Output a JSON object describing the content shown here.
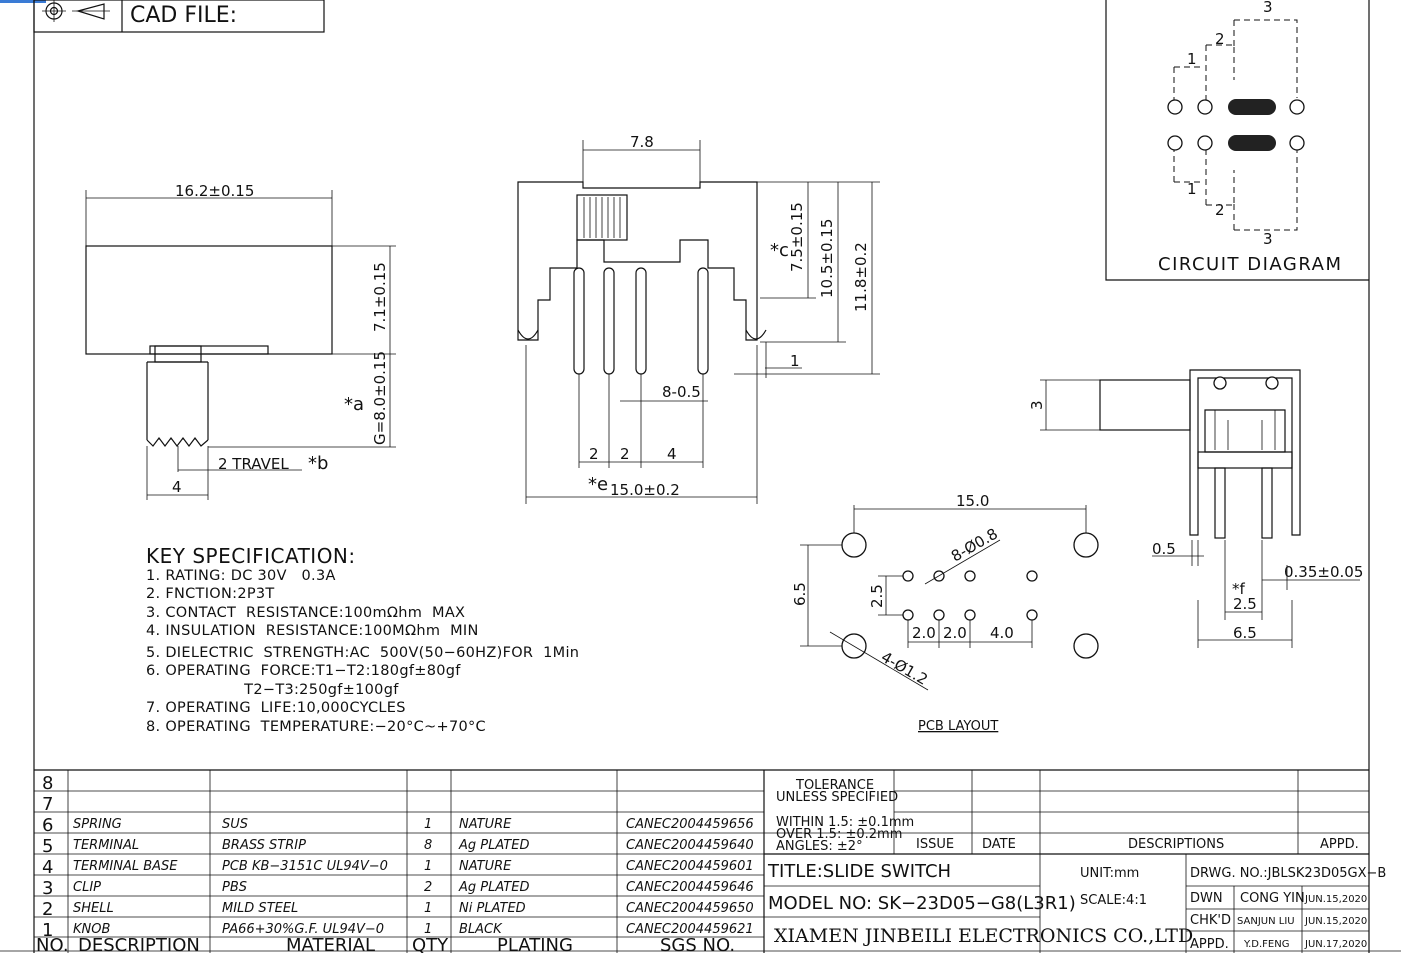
{
  "header": {
    "cad_label": "CAD FILE:"
  },
  "circuit": {
    "title": "CIRCUIT DIAGRAM",
    "n1": "1",
    "n2": "2",
    "n3": "3"
  },
  "front_view": {
    "width": "16.2±0.15",
    "height": "7.1±0.15",
    "knob_height": "G=8.0±0.15",
    "knob_width": "4",
    "travel": "2 TRAVEL",
    "note_a": "*a",
    "note_b": "*b"
  },
  "side_view": {
    "top_width": "7.8",
    "dim_c": "7.5±0.15",
    "note_c": "*c",
    "dim_10_5": "10.5±0.15",
    "dim_11_8": "11.8±0.2",
    "pin_len": "1",
    "pins": "8-0.5",
    "pitch_a": "2",
    "pitch_b": "2",
    "pitch_c": "4",
    "note_e": "*e",
    "overall": "15.0±0.2"
  },
  "pcb": {
    "title": "PCB LAYOUT",
    "width": "15.0",
    "holes": "8-Ø0.8",
    "mount": "4-Ø1.2",
    "height": "6.5",
    "row_gap": "2.5",
    "p1": "2.0",
    "p2": "2.0",
    "p3": "4.0"
  },
  "end_view": {
    "knob": "3",
    "wall": "0.5",
    "pin": "0.35±0.05",
    "note_f": "*f",
    "gap": "2.5",
    "width": "6.5"
  },
  "spec": {
    "title": "KEY SPECIFICATION:",
    "lines": [
      "1. RATING: DC 30V   0.3A",
      "2. FNCTION:2P3T",
      "3. CONTACT  RESISTANCE:100mΩhm  MAX",
      "4. INSULATION  RESISTANCE:100MΩhm  MIN",
      "5. DIELECTRIC  STRENGTH:AC  500V(50−60HZ)FOR  1Min",
      "6. OPERATING  FORCE:T1−T2:180gf±80gf",
      "                    T2−T3:250gf±100gf",
      "7. OPERATING  LIFE:10,000CYCLES",
      "8. OPERATING  TEMPERATURE:−20°C~+70°C"
    ]
  },
  "bom": {
    "headers": [
      "NO.",
      "DESCRIPTION",
      "MATERIAL",
      "QTY",
      "PLATING",
      "SGS NO."
    ],
    "rows": [
      {
        "no": "8",
        "desc": "",
        "mat": "",
        "qty": "",
        "plating": "",
        "sgs": ""
      },
      {
        "no": "7",
        "desc": "",
        "mat": "",
        "qty": "",
        "plating": "",
        "sgs": ""
      },
      {
        "no": "6",
        "desc": "SPRING",
        "mat": "SUS",
        "qty": "1",
        "plating": "NATURE",
        "sgs": "CANEC2004459656"
      },
      {
        "no": "5",
        "desc": "TERMINAL",
        "mat": "BRASS STRIP",
        "qty": "8",
        "plating": "Ag PLATED",
        "sgs": "CANEC2004459640"
      },
      {
        "no": "4",
        "desc": "TERMINAL BASE",
        "mat": "PCB KB−3151C UL94V−0",
        "qty": "1",
        "plating": "NATURE",
        "sgs": "CANEC2004459601"
      },
      {
        "no": "3",
        "desc": "CLIP",
        "mat": "PBS",
        "qty": "2",
        "plating": "Ag PLATED",
        "sgs": "CANEC2004459646"
      },
      {
        "no": "2",
        "desc": "SHELL",
        "mat": "MILD STEEL",
        "qty": "1",
        "plating": "Ni PLATED",
        "sgs": "CANEC2004459650"
      },
      {
        "no": "1",
        "desc": "KNOB",
        "mat": "PA66+30%G.F. UL94V−0",
        "qty": "1",
        "plating": "BLACK",
        "sgs": "CANEC2004459621"
      }
    ]
  },
  "title_block": {
    "tolerance": "TOLERANCE",
    "unless": "UNLESS SPECIFIED",
    "within": "WITHIN 1.5: ±0.1mm",
    "over": "OVER 1.5:  ±0.2mm",
    "angles": "ANGLES: ±2°",
    "issue": "ISSUE",
    "date": "DATE",
    "descriptions": "DESCRIPTIONS",
    "appd": "APPD.",
    "title": "TITLE:SLIDE SWITCH",
    "unit": "UNIT:mm",
    "drwg": "DRWG. NO.:JBLSK23D05GX−B",
    "model": "MODEL NO: SK−23D05−G8(L3R1)",
    "scale": "SCALE:4:1",
    "dwn": "DWN",
    "dwn_name": "CONG YIN",
    "dwn_date": "JUN.15,2020",
    "chkd": "CHK'D",
    "chkd_name": "SANJUN LIU",
    "chkd_date": "JUN.15,2020",
    "appd2": "APPD.",
    "appd_name": "Y.D.FENG",
    "appd_date": "JUN.17,2020",
    "company": "XIAMEN JINBEILI ELECTRONICS CO.,LTD"
  }
}
